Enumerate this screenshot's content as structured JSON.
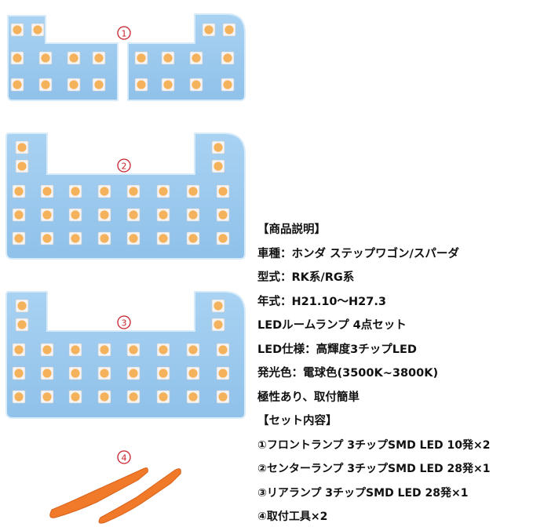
{
  "boards": [
    {
      "id": "1",
      "label": "①",
      "description": "front lamps (pair)"
    },
    {
      "id": "2",
      "label": "②",
      "description": "center lamp"
    },
    {
      "id": "3",
      "label": "③",
      "description": "rear lamp"
    },
    {
      "id": "4",
      "label": "④",
      "description": "removal tools"
    }
  ],
  "colors": {
    "board": "#9cc9ee",
    "board_edge": "#cfe6f8",
    "led_amber": "#f4b25c",
    "led_frame": "#f4f4f4",
    "marker_red": "#c8202a",
    "tool_orange": "#f07a2a"
  },
  "spec": {
    "heading": "【商品説明】",
    "vehicle": "車種：ホンダ ステップワゴン/スパーダ",
    "model": "型式：RK系/RG系",
    "year": "年式：H21.10〜H27.3",
    "product": "LEDルームランプ 4点セット",
    "led_spec": "LED仕様：高輝度3チップLED",
    "color_temp": "発光色：電球色(3500K~3800K)",
    "polarity": "極性あり、取付簡単",
    "set_heading": "【セット内容】",
    "item1": "①フロントランプ 3チップSMD LED 10発×2",
    "item2": "②センターランプ 3チップSMD LED 28発×1",
    "item3": "③リアランプ 3チップSMD LED 28発×1",
    "item4": "④取付工具×2"
  }
}
